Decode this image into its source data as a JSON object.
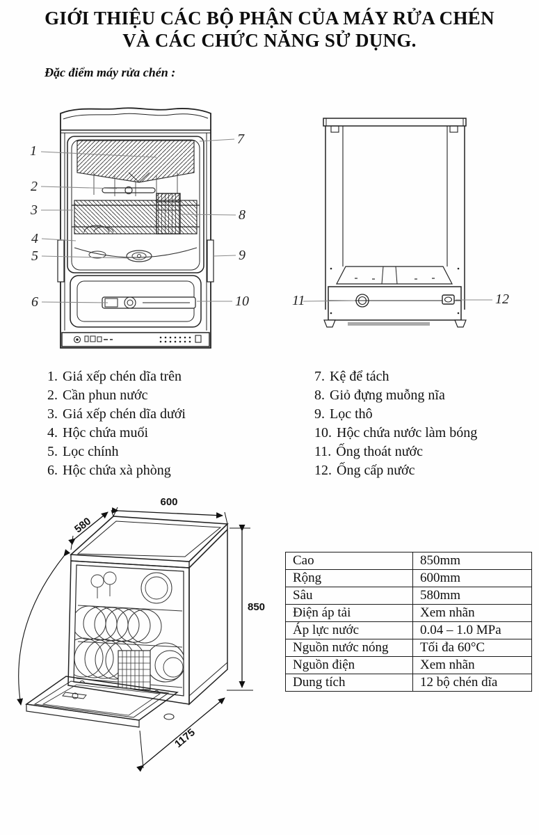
{
  "document": {
    "title_line1": "GIỚI THIỆU CÁC BỘ PHẬN CỦA MÁY RỬA CHÉN",
    "title_line2": "VÀ CÁC CHỨC NĂNG SỬ DỤNG.",
    "subtitle": "Đặc điểm máy rửa chén :"
  },
  "front_view": {
    "callouts": [
      "1",
      "2",
      "3",
      "4",
      "5",
      "6",
      "7",
      "8",
      "9",
      "10"
    ]
  },
  "rear_view": {
    "callouts": [
      "11",
      "12"
    ]
  },
  "iso_view": {
    "dim_width": "600",
    "dim_depth": "580",
    "dim_height": "850",
    "dim_open_depth": "1175"
  },
  "parts": {
    "left": [
      {
        "num": "1.",
        "label": "Giá xếp chén dĩa trên"
      },
      {
        "num": "2.",
        "label": "Cần phun nước"
      },
      {
        "num": "3.",
        "label": "Giá xếp chén dĩa dưới"
      },
      {
        "num": "4.",
        "label": "Hộc chứa muối"
      },
      {
        "num": "5.",
        "label": "Lọc chính"
      },
      {
        "num": "6.",
        "label": "Hộc chứa xà phòng"
      }
    ],
    "right": [
      {
        "num": "7.",
        "label": "Kệ để tách"
      },
      {
        "num": "8.",
        "label": "Giỏ đựng muỗng nĩa"
      },
      {
        "num": "9.",
        "label": "Lọc thô"
      },
      {
        "num": "10.",
        "label": "Hộc chứa nước làm bóng"
      },
      {
        "num": "11.",
        "label": "Ống thoát nước"
      },
      {
        "num": "12.",
        "label": "Ống cấp nước"
      }
    ]
  },
  "spec_table": {
    "rows": [
      {
        "label": "Cao",
        "value": "850mm"
      },
      {
        "label": "Rộng",
        "value": "600mm"
      },
      {
        "label": "Sâu",
        "value": "580mm"
      },
      {
        "label": "Điện áp tải",
        "value": "Xem nhãn"
      },
      {
        "label": "Áp lực nước",
        "value": "0.04 – 1.0 MPa"
      },
      {
        "label": "Nguồn nước nóng",
        "value": "Tối đa 60°C"
      },
      {
        "label": "Nguồn điện",
        "value": "Xem nhãn"
      },
      {
        "label": "Dung tích",
        "value": "12 bộ chén dĩa"
      }
    ]
  }
}
